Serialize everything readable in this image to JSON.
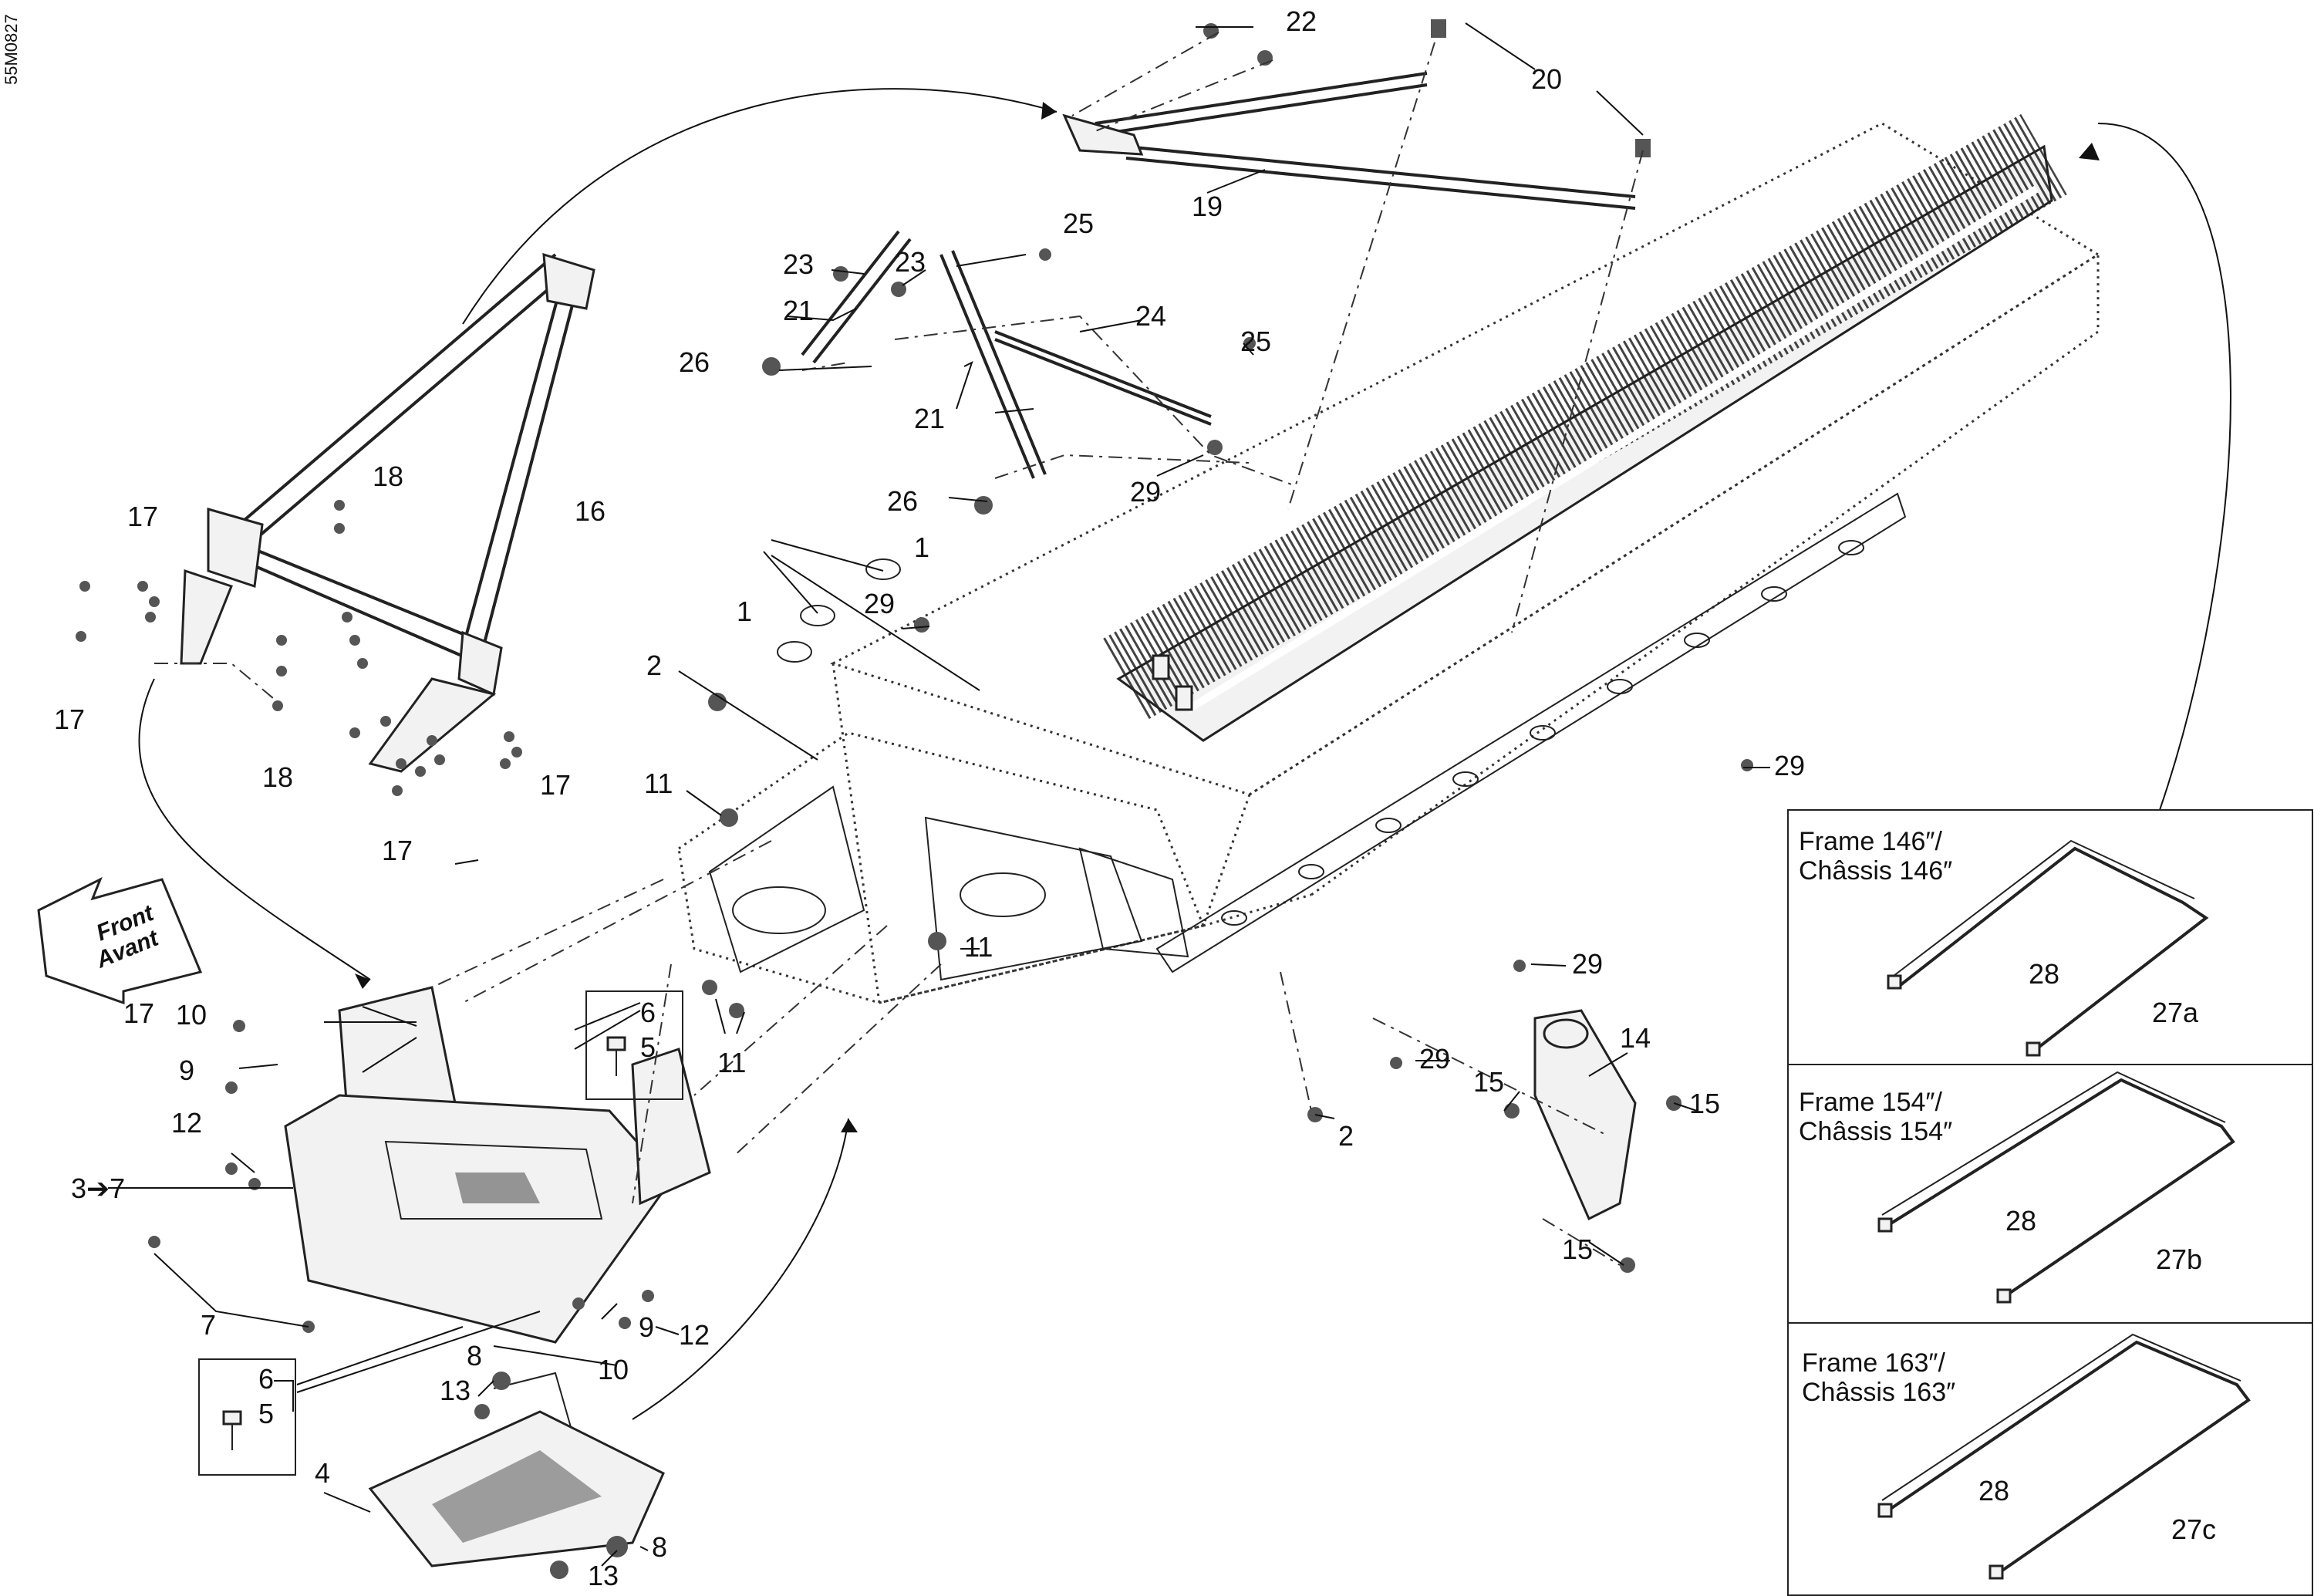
{
  "drawing_ref": "55M0827",
  "front_arrow": {
    "line1": "Front",
    "line2": "Avant"
  },
  "insets": [
    {
      "line1": "Frame 146″/",
      "line2": "Châssis 146″",
      "callout_28": "28",
      "callout_27": "27a"
    },
    {
      "line1": "Frame 154″/",
      "line2": "Châssis 154″",
      "callout_28": "28",
      "callout_27": "27b"
    },
    {
      "line1": "Frame 163″/",
      "line2": "Châssis 163″",
      "callout_28": "28",
      "callout_27": "27c"
    }
  ],
  "detail_boxes": [
    {
      "top": "6",
      "bottom": "5"
    },
    {
      "top": "6",
      "bottom": "5"
    }
  ],
  "callouts": {
    "c1a": "1",
    "c1b": "1",
    "c2a": "2",
    "c2b": "2",
    "c3to7": "3➔7",
    "c4": "4",
    "c7": "7",
    "c8a": "8",
    "c8b": "8",
    "c9a": "9",
    "c9b": "9",
    "c10a": "10",
    "c10b": "10",
    "c11a": "11",
    "c11b": "11",
    "c11c": "11",
    "c12a": "12",
    "c12b": "12",
    "c13a": "13",
    "c13b": "13",
    "c14": "14",
    "c15a": "15",
    "c15b": "15",
    "c15c": "15",
    "c16": "16",
    "c17a": "17",
    "c17b": "17",
    "c17c": "17",
    "c17d": "17",
    "c18a": "18",
    "c18b": "18",
    "c19": "19",
    "c20": "20",
    "c21a": "21",
    "c21b": "21",
    "c22": "22",
    "c23a": "23",
    "c23b": "23",
    "c24": "24",
    "c25a": "25",
    "c25b": "25",
    "c26a": "26",
    "c26b": "26",
    "c29a": "29",
    "c29b": "29",
    "c29c": "29",
    "c29d": "29",
    "c29e": "29"
  }
}
